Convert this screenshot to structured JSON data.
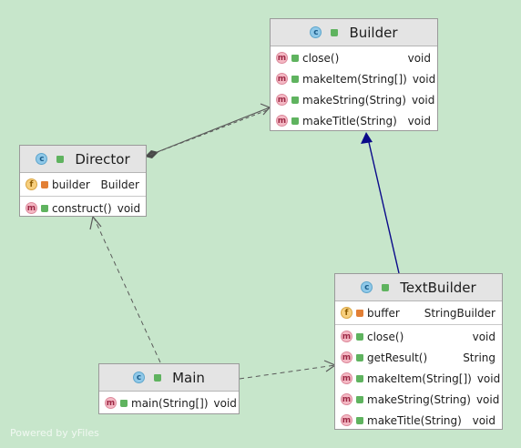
{
  "classes": {
    "builder": {
      "name": "Builder",
      "methods": [
        {
          "name": "close()",
          "type": "void"
        },
        {
          "name": "makeItem(String[])",
          "type": "void"
        },
        {
          "name": "makeString(String)",
          "type": "void"
        },
        {
          "name": "makeTitle(String)",
          "type": "void"
        }
      ]
    },
    "director": {
      "name": "Director",
      "fields": [
        {
          "name": "builder",
          "type": "Builder"
        }
      ],
      "methods": [
        {
          "name": "construct()",
          "type": "void"
        }
      ]
    },
    "textbuilder": {
      "name": "TextBuilder",
      "fields": [
        {
          "name": "buffer",
          "type": "StringBuilder"
        }
      ],
      "methods": [
        {
          "name": "close()",
          "type": "void"
        },
        {
          "name": "getResult()",
          "type": "String"
        },
        {
          "name": "makeItem(String[])",
          "type": "void"
        },
        {
          "name": "makeString(String)",
          "type": "void"
        },
        {
          "name": "makeTitle(String)",
          "type": "void"
        }
      ]
    },
    "main": {
      "name": "Main",
      "methods": [
        {
          "name": "main(String[])",
          "type": "void"
        }
      ]
    }
  },
  "icons": {
    "class": "class-icon",
    "method": "method-icon",
    "field": "field-icon",
    "public": "public-lock-icon",
    "private": "private-lock-icon"
  },
  "colors": {
    "background": "#c7e6cb",
    "inheritance": "#0a0a8a",
    "dependency": "#5a5a5a"
  },
  "watermark": "Powered by yFiles"
}
